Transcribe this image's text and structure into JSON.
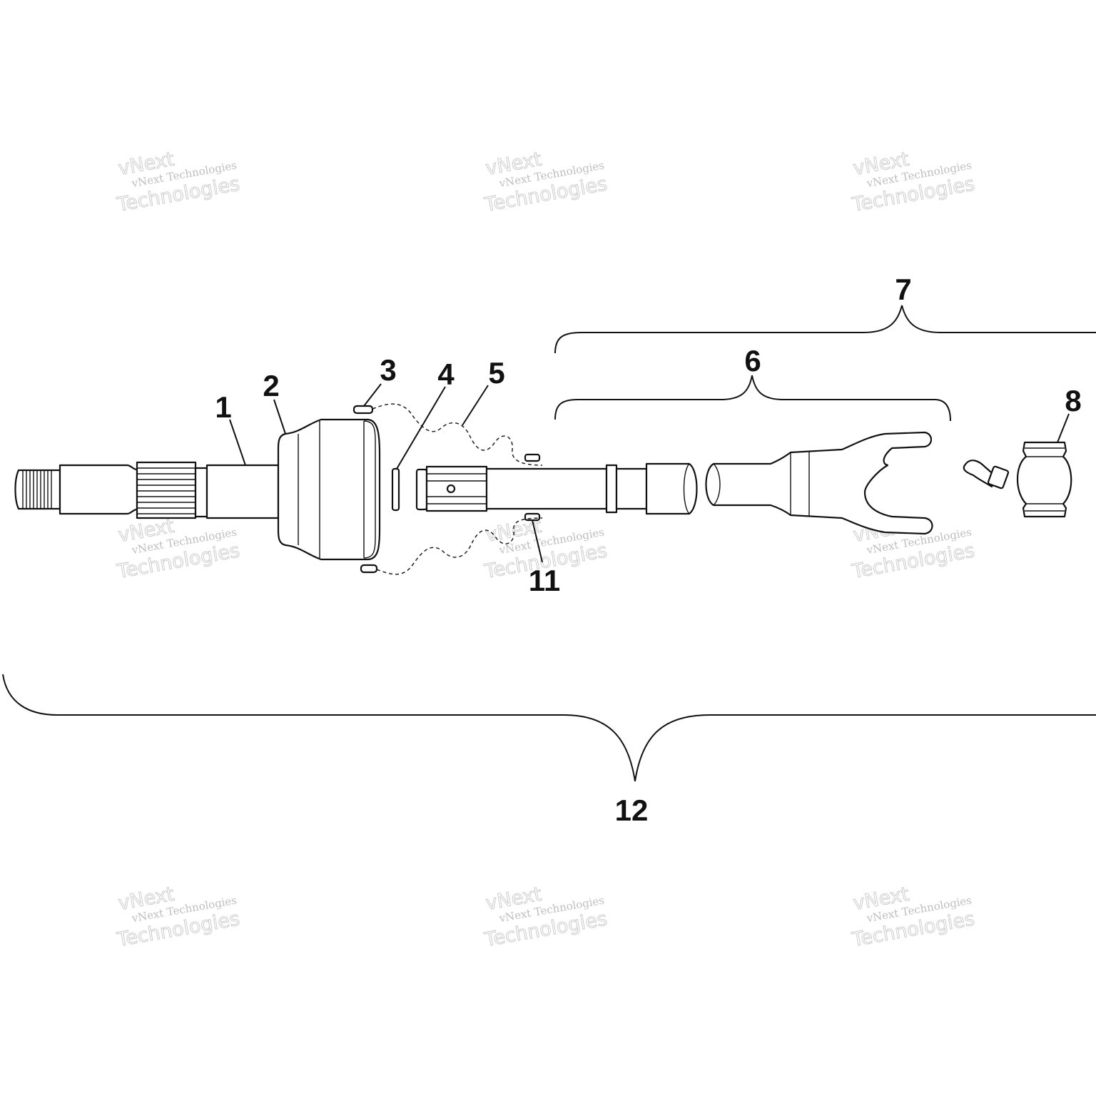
{
  "callouts": {
    "c1": "1",
    "c2": "2",
    "c3": "3",
    "c4": "4",
    "c5": "5",
    "c6": "6",
    "c7": "7",
    "c8": "8",
    "c11": "11",
    "c12": "12"
  },
  "watermark": {
    "line1": "vNext Technologies",
    "line2": "vNext",
    "line3": "Technologies"
  }
}
